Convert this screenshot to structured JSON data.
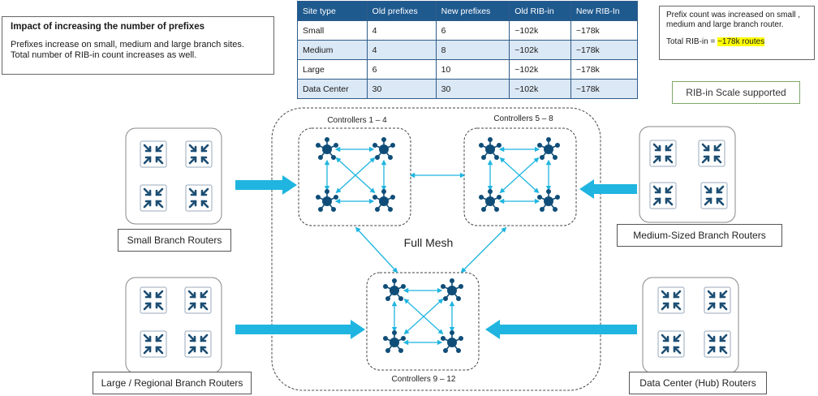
{
  "impact_note": {
    "title": "Impact of increasing the number of prefixes",
    "line1": "Prefixes increase on small, medium and large branch sites.",
    "line2": "Total number of RIB-in count increases as well."
  },
  "table": {
    "headers": [
      "Site type",
      "Old prefixes",
      "New prefixes",
      "Old RIB-in",
      "New RIB-In"
    ],
    "rows": [
      [
        "Small",
        "4",
        "6",
        "~102k",
        "~178k"
      ],
      [
        "Medium",
        "4",
        "8",
        "~102k",
        "~178k"
      ],
      [
        "Large",
        "6",
        "10",
        "~102k",
        "~178k"
      ],
      [
        "Data Center",
        "30",
        "30",
        "~102k",
        "~178k"
      ]
    ]
  },
  "prefix_note": {
    "line1": "Prefix count was increased on small , medium and large branch router.",
    "total_prefix": "Total RIB-in = ",
    "total_value": "~178k routes"
  },
  "rib_scale": "RIB-in Scale supported",
  "controllers": {
    "group1": "Controllers 1 – 4",
    "group2": "Controllers 5 – 8",
    "group3": "Controllers 9 – 12",
    "mesh": "Full Mesh"
  },
  "branches": {
    "small": "Small Branch Routers",
    "medium": "Medium-Sized Branch Routers",
    "large": "Large / Regional Branch Routers",
    "dc": "Data Center (Hub) Routers"
  },
  "colors": {
    "arrow": "#1fb5e0",
    "node": "#0f4d78",
    "router_icon": "#1d4e73",
    "table_header": "#1f5a8f"
  }
}
